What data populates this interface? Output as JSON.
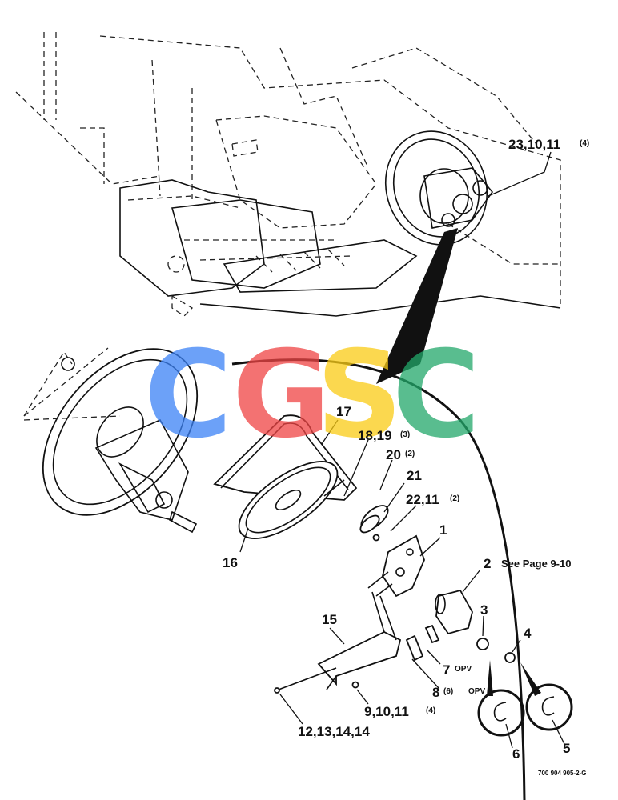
{
  "watermark": {
    "letters": [
      "C",
      "G",
      "S",
      "C"
    ],
    "colors": [
      "#3b82f6",
      "#ef4444",
      "#facc15",
      "#22a86a"
    ]
  },
  "callouts": {
    "c23": "23,10,11",
    "c23_qty": "(4)",
    "c17": "17",
    "c18": "18,19",
    "c18_qty": "(3)",
    "c20": "20",
    "c20_qty": "(2)",
    "c21": "21",
    "c22": "22,11",
    "c22_qty": "(2)",
    "c1": "1",
    "c2": "2",
    "c2_note": "See Page 9-10",
    "c16": "16",
    "c15": "15",
    "c3": "3",
    "c4": "4",
    "c7": "7",
    "c7_note": "OPV",
    "c8": "8",
    "c8_qty": "(6)",
    "c8_note": "OPV",
    "c9": "9,10,11",
    "c9_qty": "(4)",
    "c12": "12,13,14,14",
    "c6": "6",
    "c5": "5"
  },
  "figure_number": "700 904 905-2-G"
}
